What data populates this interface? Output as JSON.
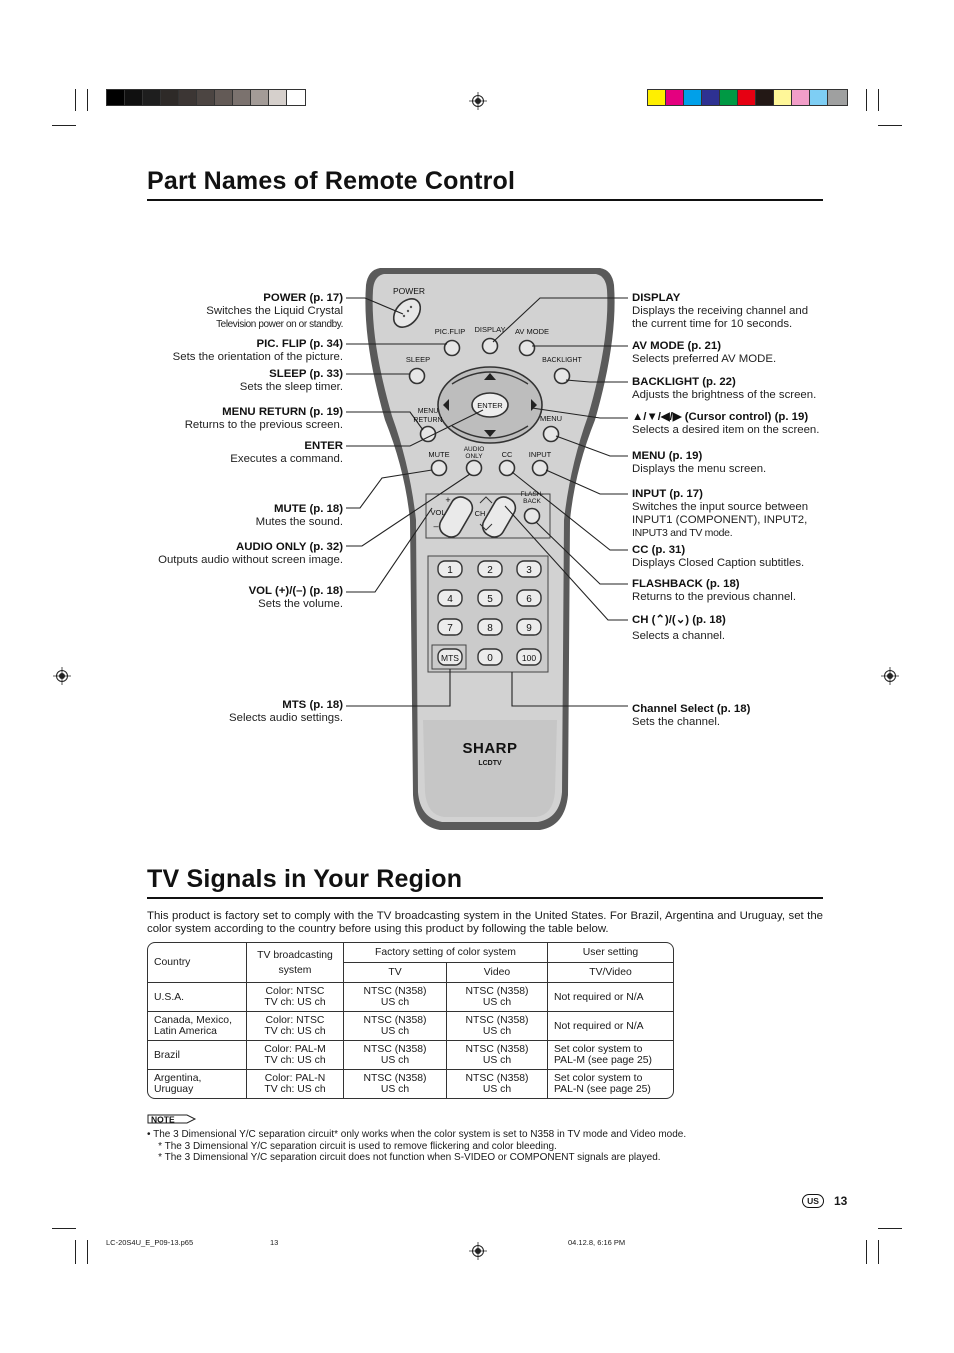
{
  "section1_title": "Part Names of Remote Control",
  "section2_title": "TV Signals in Your Region",
  "remote": {
    "buttons": {
      "power": "POWER",
      "picflip": "PIC.FLIP",
      "display": "DISPLAY",
      "avmode": "AV MODE",
      "sleep": "SLEEP",
      "backlight": "BACKLIGHT",
      "enter": "ENTER",
      "menu_return_1": "MENU",
      "menu_return_2": "RETURN",
      "menu": "MENU",
      "mute": "MUTE",
      "audio_only_1": "AUDIO",
      "audio_only_2": "ONLY",
      "cc": "CC",
      "input": "INPUT",
      "flashback_1": "FLASH-",
      "flashback_2": "BACK",
      "vol": "VOL",
      "ch": "CH",
      "plus": "+",
      "minus": "–",
      "num1": "1",
      "num2": "2",
      "num3": "3",
      "num4": "4",
      "num5": "5",
      "num6": "6",
      "num7": "7",
      "num8": "8",
      "num9": "9",
      "mts": "MTS",
      "num0": "0",
      "num100": "100"
    },
    "brand": "SHARP",
    "model": "LCDTV"
  },
  "labels_left": [
    {
      "title": "POWER (p. 17)",
      "lines": [
        "Switches the Liquid Crystal",
        "Television power on or standby."
      ]
    },
    {
      "title": "PIC. FLIP (p. 34)",
      "lines": [
        "Sets the orientation of the picture."
      ]
    },
    {
      "title": "SLEEP (p. 33)",
      "lines": [
        "Sets the sleep timer."
      ]
    },
    {
      "title": "MENU RETURN (p. 19)",
      "lines": [
        "Returns to the previous screen."
      ]
    },
    {
      "title": "ENTER",
      "lines": [
        "Executes a command."
      ]
    },
    {
      "title": "MUTE (p. 18)",
      "lines": [
        "Mutes the sound."
      ]
    },
    {
      "title": "AUDIO ONLY (p. 32)",
      "lines": [
        "Outputs audio without screen image."
      ]
    },
    {
      "title": "VOL (+)/(–) (p. 18)",
      "lines": [
        "Sets the volume."
      ]
    },
    {
      "title": "MTS (p. 18)",
      "lines": [
        "Selects audio settings."
      ]
    }
  ],
  "labels_right": [
    {
      "title": "DISPLAY",
      "lines": [
        "Displays the receiving channel and",
        "the current time for 10 seconds."
      ]
    },
    {
      "title": "AV MODE (p. 21)",
      "lines": [
        "Selects preferred AV MODE."
      ]
    },
    {
      "title": "BACKLIGHT (p. 22)",
      "lines": [
        "Adjusts the brightness of the screen."
      ]
    },
    {
      "title": "▲/▼/◀/▶ (Cursor control) (p. 19)",
      "lines": [
        "Selects a desired item on the screen."
      ]
    },
    {
      "title": "MENU (p. 19)",
      "lines": [
        "Displays the menu screen."
      ]
    },
    {
      "title": "INPUT (p. 17)",
      "lines": [
        "Switches the input source between",
        "INPUT1 (COMPONENT), INPUT2,",
        "INPUT3 and TV mode."
      ]
    },
    {
      "title": "CC (p. 31)",
      "lines": [
        "Displays Closed Caption subtitles."
      ]
    },
    {
      "title": "FLASHBACK (p. 18)",
      "lines": [
        "Returns to the previous channel."
      ]
    },
    {
      "title": "CH (⌃)/(⌄) (p. 18)",
      "lines": [
        "Selects a channel."
      ]
    },
    {
      "title": "Channel Select (p. 18)",
      "lines": [
        "Sets the channel."
      ]
    }
  ],
  "intro": "This product is factory set to comply with the TV broadcasting system in the United States. For Brazil, Argentina and Uruguay, set the color system according to the country before using this product by following the table below.",
  "table": {
    "h_country": "Country",
    "h_broadcast": "TV broadcasting system",
    "h_factory": "Factory setting of color system",
    "h_user": "User setting",
    "h_tv": "TV",
    "h_video": "Video",
    "h_tvvideo": "TV/Video",
    "rows": [
      {
        "country": "U.S.A.",
        "sys1": "Color: NTSC",
        "sys2": "TV ch: US ch",
        "tv1": "NTSC (N358)",
        "tv2": "US ch",
        "vid1": "NTSC (N358)",
        "vid2": "US ch",
        "user1": "Not required or N/A",
        "user2": ""
      },
      {
        "country": "Canada, Mexico, Latin America",
        "sys1": "Color: NTSC",
        "sys2": "TV ch: US ch",
        "tv1": "NTSC (N358)",
        "tv2": "US ch",
        "vid1": "NTSC (N358)",
        "vid2": "US ch",
        "user1": "Not required or N/A",
        "user2": ""
      },
      {
        "country": "Brazil",
        "sys1": "Color: PAL-M",
        "sys2": "TV ch: US ch",
        "tv1": "NTSC (N358)",
        "tv2": "US ch",
        "vid1": "NTSC (N358)",
        "vid2": "US ch",
        "user1": "Set color system to",
        "user2": "PAL-M (see page 25)"
      },
      {
        "country": "Argentina, Uruguay",
        "sys1": "Color: PAL-N",
        "sys2": "TV ch: US ch",
        "tv1": "NTSC (N358)",
        "tv2": "US ch",
        "vid1": "NTSC (N358)",
        "vid2": "US ch",
        "user1": "Set color system to",
        "user2": "PAL-N (see page 25)"
      }
    ]
  },
  "note_label": "NOTE",
  "notes": [
    "•  The 3 Dimensional Y/C separation circuit* only works when the color system is set to N358 in TV mode and Video mode.",
    "    * The 3 Dimensional Y/C separation circuit is used to remove flickering and color bleeding.",
    "    * The 3 Dimensional Y/C separation circuit does not function when S-VIDEO or COMPONENT signals are played."
  ],
  "page_region": "US",
  "page_number": "13",
  "footer": {
    "file": "LC-20S4U_E_P09-13.p65",
    "page": "13",
    "date": "04.12.8, 6:16 PM"
  },
  "colors": {
    "accent": "#111111",
    "remote_body": "#cfcfcf",
    "remote_edge": "#555555"
  }
}
